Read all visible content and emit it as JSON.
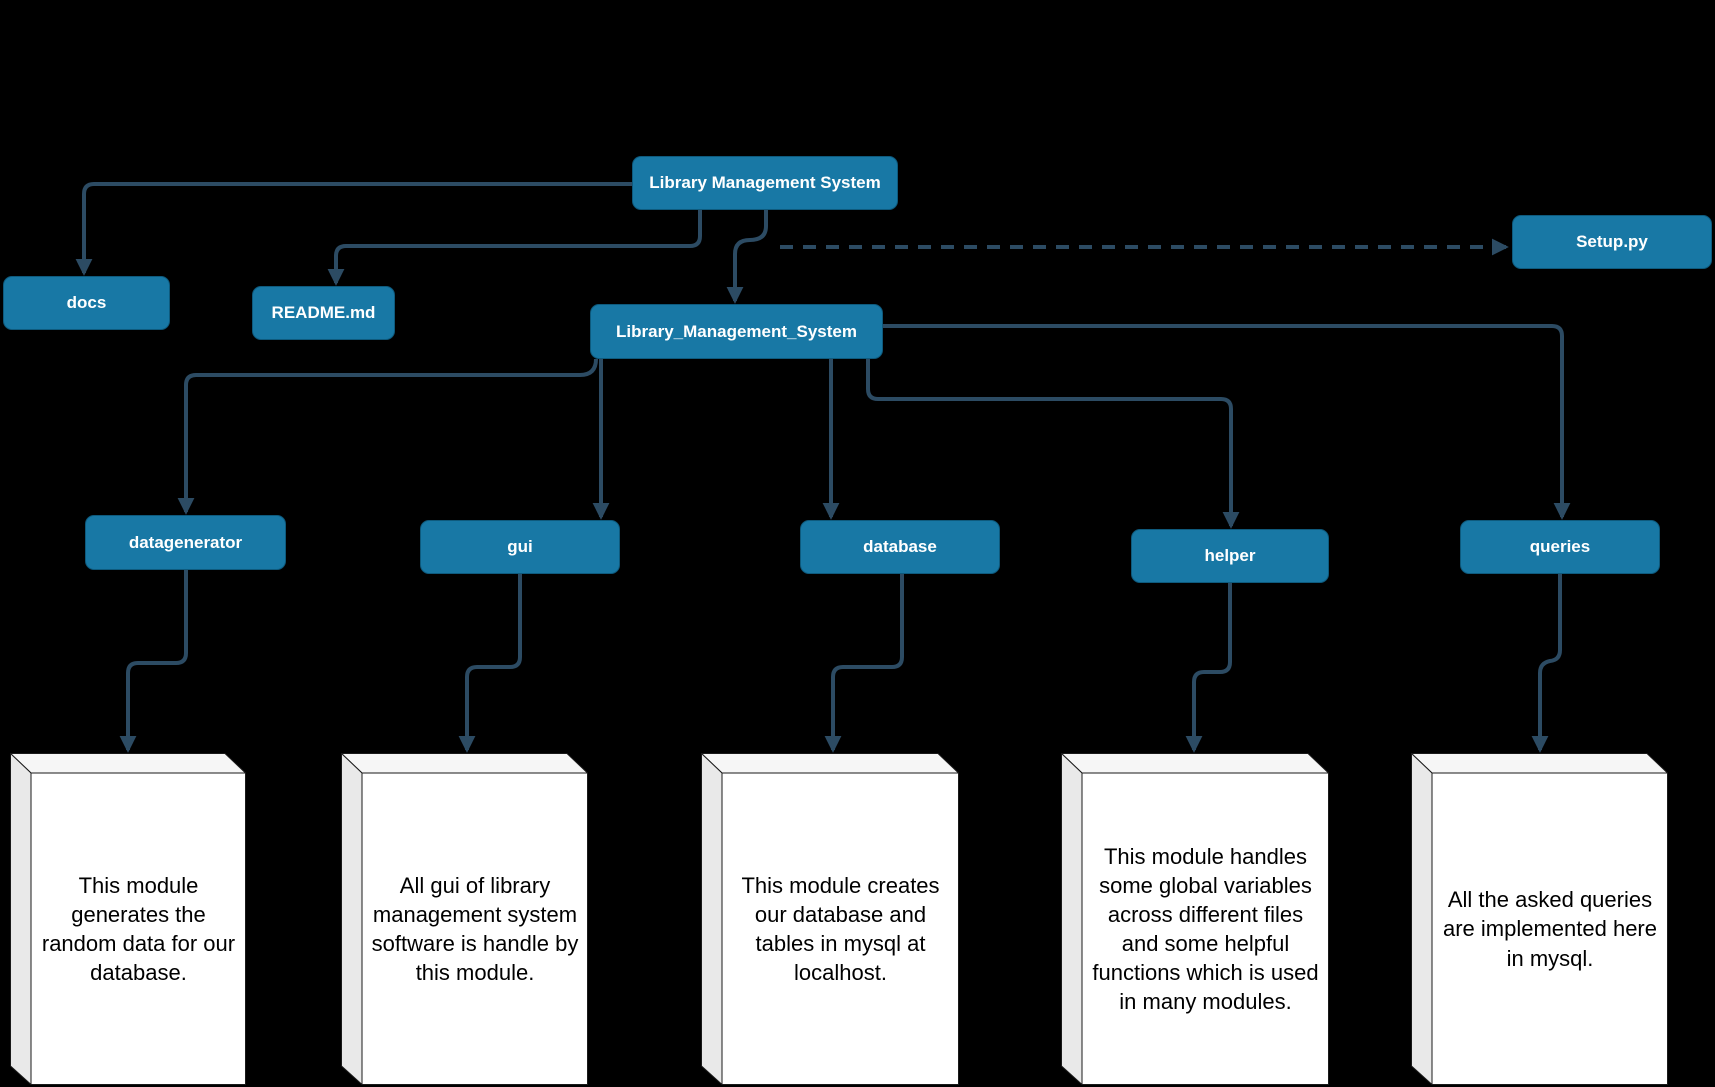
{
  "diagram": {
    "background_color": "#000000",
    "colors": {
      "node_fill": "#1878A5",
      "node_text": "#FFFFFF",
      "connector": "#2C4B63",
      "note_face": "#FFFFFF",
      "note_top_face": "#F6F6F6",
      "note_side_face": "#E9E9E9",
      "note_text": "#000000"
    },
    "nodes": [
      {
        "id": "root",
        "label": "Library Management System"
      },
      {
        "id": "docs",
        "label": "docs"
      },
      {
        "id": "readme",
        "label": "README.md"
      },
      {
        "id": "setup",
        "label": "Setup.py"
      },
      {
        "id": "package",
        "label": "Library_Management_System"
      },
      {
        "id": "datagenerator",
        "label": "datagenerator"
      },
      {
        "id": "gui",
        "label": "gui"
      },
      {
        "id": "database",
        "label": "database"
      },
      {
        "id": "helper",
        "label": "helper"
      },
      {
        "id": "queries",
        "label": "queries"
      }
    ],
    "notes": [
      {
        "id": "note-datagenerator",
        "for": "datagenerator",
        "text": "This module generates the random data for our database."
      },
      {
        "id": "note-gui",
        "for": "gui",
        "text": "All gui of library management system software is handle by this module."
      },
      {
        "id": "note-database",
        "for": "database",
        "text": "This module creates our database and tables in mysql at localhost."
      },
      {
        "id": "note-helper",
        "for": "helper",
        "text": "This module handles some global variables across different files and some helpful functions which is used in many modules."
      },
      {
        "id": "note-queries",
        "for": "queries",
        "text": "All the asked queries are implemented here in mysql."
      }
    ],
    "edges": [
      {
        "from": "Library Management System",
        "to": "docs",
        "style": "solid"
      },
      {
        "from": "Library Management System",
        "to": "README.md",
        "style": "solid"
      },
      {
        "from": "Library Management System",
        "to": "Library_Management_System",
        "style": "solid"
      },
      {
        "from": "Library Management System",
        "to": "Setup.py",
        "style": "dashed"
      },
      {
        "from": "Library_Management_System",
        "to": "datagenerator",
        "style": "solid"
      },
      {
        "from": "Library_Management_System",
        "to": "gui",
        "style": "solid"
      },
      {
        "from": "Library_Management_System",
        "to": "database",
        "style": "solid"
      },
      {
        "from": "Library_Management_System",
        "to": "helper",
        "style": "solid"
      },
      {
        "from": "Library_Management_System",
        "to": "queries",
        "style": "solid"
      },
      {
        "from": "datagenerator",
        "to": "note-datagenerator",
        "style": "solid"
      },
      {
        "from": "gui",
        "to": "note-gui",
        "style": "solid"
      },
      {
        "from": "database",
        "to": "note-database",
        "style": "solid"
      },
      {
        "from": "helper",
        "to": "note-helper",
        "style": "solid"
      },
      {
        "from": "queries",
        "to": "note-queries",
        "style": "solid"
      }
    ]
  }
}
